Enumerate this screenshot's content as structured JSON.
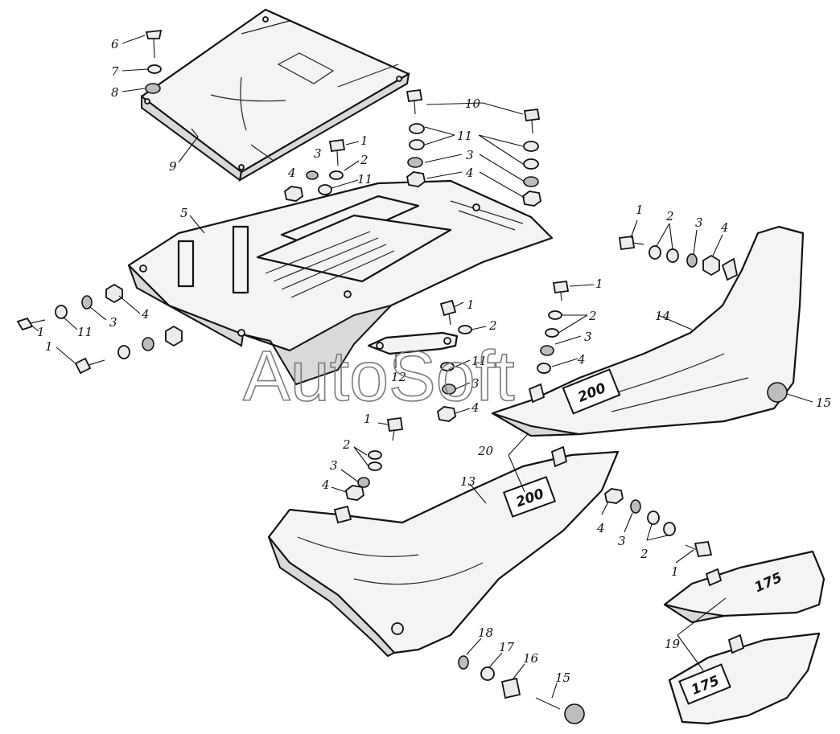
{
  "watermark": "AutoSoft",
  "emblems": {
    "side_cover_right": "200",
    "side_cover_left": "200",
    "cover_175_upper": "175",
    "cover_175_lower": "175"
  },
  "callouts": {
    "c6": "6",
    "c7": "7",
    "c8": "8",
    "c9": "9",
    "c10": "10",
    "c11_top": "11",
    "c3_top": "3",
    "c4_top": "4",
    "c1_mid": "1",
    "c3_mid": "3",
    "c2_mid": "2",
    "c4_mid": "4",
    "c11_mid": "11",
    "c5": "5",
    "c1_left_a": "1",
    "c11_left": "11",
    "c3_left": "3",
    "c4_left": "4",
    "c1_left_b": "1",
    "c1_center": "1",
    "c2_center": "2",
    "c12": "12",
    "c1_r": "1",
    "c2_r": "2",
    "c3_r": "3",
    "c11_r": "11",
    "c4_r": "4",
    "c3_r2": "3",
    "c4_r2": "4",
    "c1_far": "1",
    "c2_far": "2",
    "c3_far": "3",
    "c4_far": "4",
    "c14": "14",
    "c15_right": "15",
    "c20": "20",
    "c1_lower": "1",
    "c2_lower": "2",
    "c3_lower": "3",
    "c4_lower": "4",
    "c13": "13",
    "c4_bot": "4",
    "c3_bot": "3",
    "c2_bot": "2",
    "c1_bot": "1",
    "c19": "19",
    "c18": "18",
    "c17": "17",
    "c16": "16",
    "c15_bottom": "15"
  },
  "colors": {
    "line": "#111111",
    "fill": "#f4f4f4",
    "watermark": "#7a7a7a"
  }
}
